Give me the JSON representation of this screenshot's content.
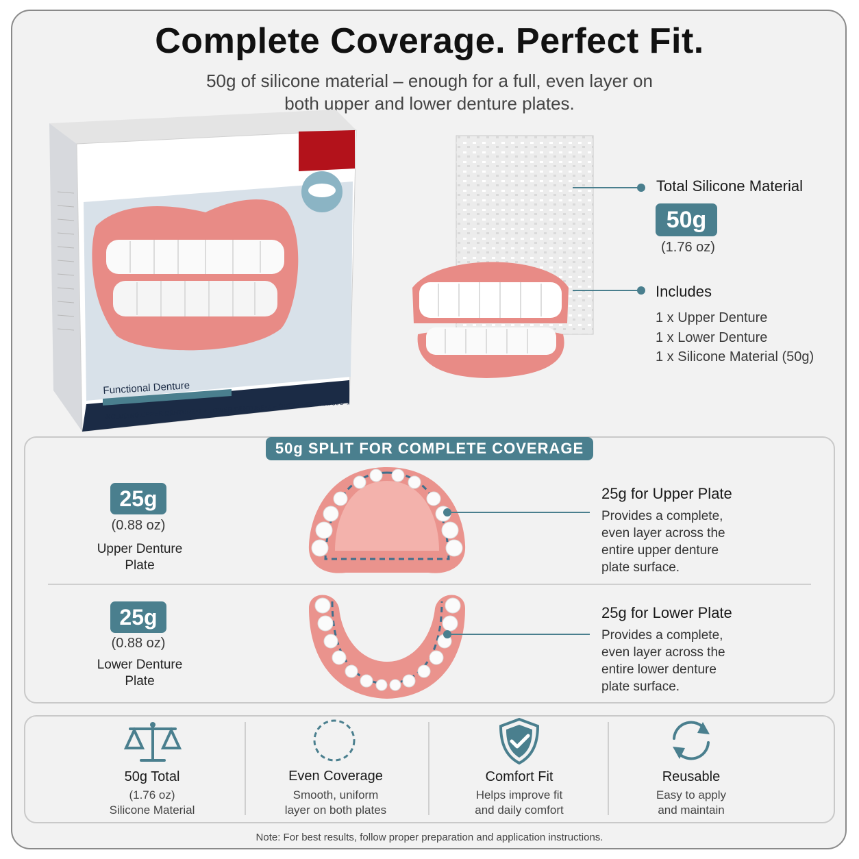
{
  "title": "Complete Coverage. Perfect Fit.",
  "subtitle": "50g of silicone material – enough for a full, even layer on both upper and lower denture plates.",
  "product_box": {
    "name": "Functional Denture",
    "contents_text": "INCLUDING:UPPER DENTURE*1 + LOWER DENTURE*1 + GUTTA-PERCHA: 50G*1"
  },
  "total_callout": {
    "label": "Total Silicone Material",
    "weight": "50g",
    "ounces": "(1.76 oz)"
  },
  "includes_callout": {
    "label": "Includes",
    "items": [
      "1 x Upper Denture",
      "1 x Lower Denture",
      "1 x Silicone Material (50g)"
    ]
  },
  "split_section": {
    "banner": "50g SPLIT FOR COMPLETE COVERAGE",
    "upper": {
      "weight": "25g",
      "ounces": "(0.88 oz)",
      "label_line1": "Upper Denture",
      "label_line2": "Plate",
      "title": "25g for Upper Plate",
      "desc": [
        "Provides a complete,",
        "even layer across the",
        "entire upper denture",
        "plate surface."
      ]
    },
    "lower": {
      "weight": "25g",
      "ounces": "(0.88 oz)",
      "label_line1": "Lower Denture",
      "label_line2": "Plate",
      "title": "25g for Lower Plate",
      "desc": [
        "Provides a complete,",
        "even layer across the",
        "entire lower denture",
        "plate surface."
      ]
    }
  },
  "features": [
    {
      "icon": "scale-icon",
      "title": "50g Total",
      "lines": [
        "(1.76 oz)",
        "Silicone Material"
      ]
    },
    {
      "icon": "dashed-circle-icon",
      "title": "Even Coverage",
      "lines": [
        "Smooth, uniform",
        "layer on both plates"
      ]
    },
    {
      "icon": "shield-check-icon",
      "title": "Comfort Fit",
      "lines": [
        "Helps improve fit",
        "and daily comfort"
      ]
    },
    {
      "icon": "refresh-icon",
      "title": "Reusable",
      "lines": [
        "Easy to apply",
        "and maintain"
      ]
    }
  ],
  "note": "Note: For best results, follow proper preparation and application instructions.",
  "colors": {
    "accent": "#4a7f8e",
    "gum": "#e88b86",
    "box_red": "#b3121b",
    "box_navy": "#1b2b45"
  }
}
